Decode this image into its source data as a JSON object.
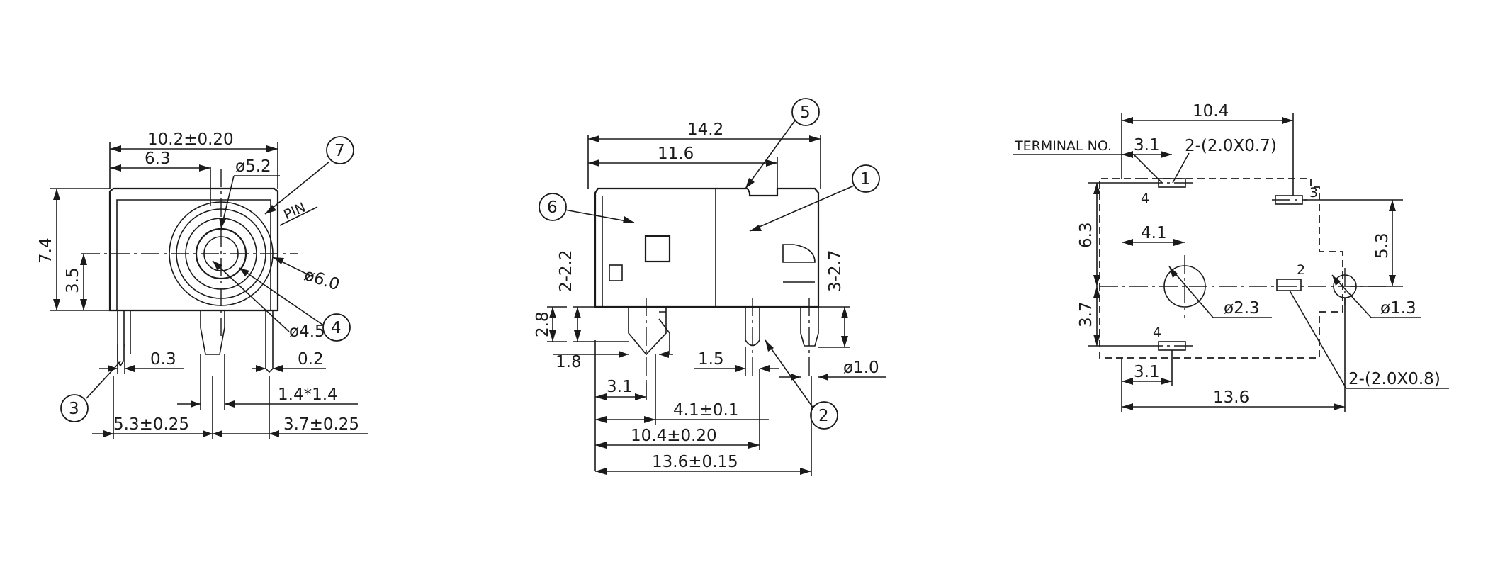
{
  "front_view": {
    "dim_width": "10.2±0.20",
    "dim_center": "6.3",
    "dim_height": "7.4",
    "dim_axis_height": "3.5",
    "dim_bore": "ø5.2",
    "dim_outer_ring": "ø6.0",
    "dim_inner_ring": "ø4.5",
    "pin_label": "PIN",
    "dim_pin_left": "0.3",
    "dim_pin_right": "0.2",
    "dim_pin_section": "1.4*1.4",
    "dim_bottom_left": "5.3±0.25",
    "dim_bottom_right": "3.7±0.25",
    "callouts": [
      "7",
      "4",
      "3"
    ]
  },
  "side_view": {
    "dim_total": "14.2",
    "dim_body": "11.6",
    "dim_left_pin_height": "2-2.2",
    "dim_right_pin_height": "3-2.7",
    "dim_peg_height": "2.8",
    "dim_peg_width": "1.8",
    "dim_slot": "1.5",
    "dim_pin_dia": "ø1.0",
    "dim_pin_pitch": "3.1",
    "dim_first_pin": "4.1±0.1",
    "dim_second_pin": "10.4±0.20",
    "dim_last_pin": "13.6±0.15",
    "callouts": [
      "5",
      "6",
      "1",
      "2"
    ]
  },
  "footprint": {
    "dim_top": "10.4",
    "terminal_label": "TERMINAL NO.",
    "dim_top_left": "3.1",
    "dim_top_slot": "2-(2.0X0.7)",
    "dim_hole_offset": "4.1",
    "dim_upper": "6.3",
    "dim_lower": "3.7",
    "dim_right": "5.3",
    "dim_hole_large": "ø2.3",
    "dim_hole_small": "ø1.3",
    "dim_bottom_left": "3.1",
    "dim_bottom": "13.6",
    "dim_side_slot": "2-(2.0X0.8)",
    "terminal_numbers": [
      "4",
      "3",
      "2",
      "4"
    ]
  }
}
